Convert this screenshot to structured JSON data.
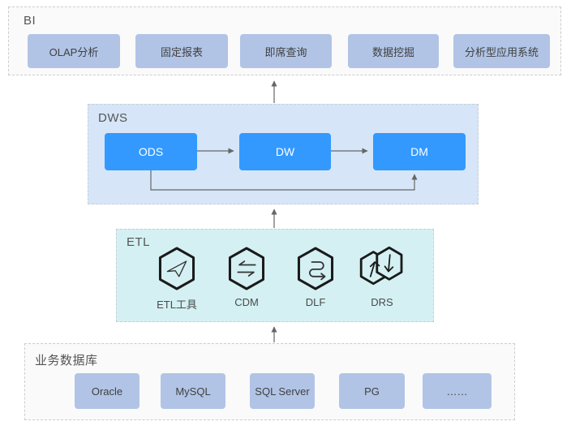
{
  "colors": {
    "node_blue": "#3399ff",
    "panel_blue": "#d6e6f8",
    "panel_cyan": "#d4f0f3",
    "panel_gray": "#fafafa",
    "chip_periwinkle": "#b1c4e6",
    "arrow_gray": "#666666",
    "icon_black": "#1a1a1a"
  },
  "sections": {
    "bi": {
      "title": "BI",
      "items": [
        "OLAP分析",
        "固定报表",
        "即席查询",
        "数据挖掘",
        "分析型应用系统"
      ]
    },
    "dws": {
      "title": "DWS",
      "nodes": [
        "ODS",
        "DW",
        "DM"
      ]
    },
    "etl": {
      "title": "ETL",
      "tools": [
        {
          "label": "ETL工具",
          "icon": "paper-plane-hexagon-icon"
        },
        {
          "label": "CDM",
          "icon": "exchange-arrows-hexagon-icon"
        },
        {
          "label": "DLF",
          "icon": "coil-arrow-hexagon-icon"
        },
        {
          "label": "DRS",
          "icon": "double-hexagon-sync-icon"
        }
      ]
    },
    "db": {
      "title": "业务数据库",
      "items": [
        "Oracle",
        "MySQL",
        "SQL Server",
        "PG",
        "……"
      ]
    }
  }
}
